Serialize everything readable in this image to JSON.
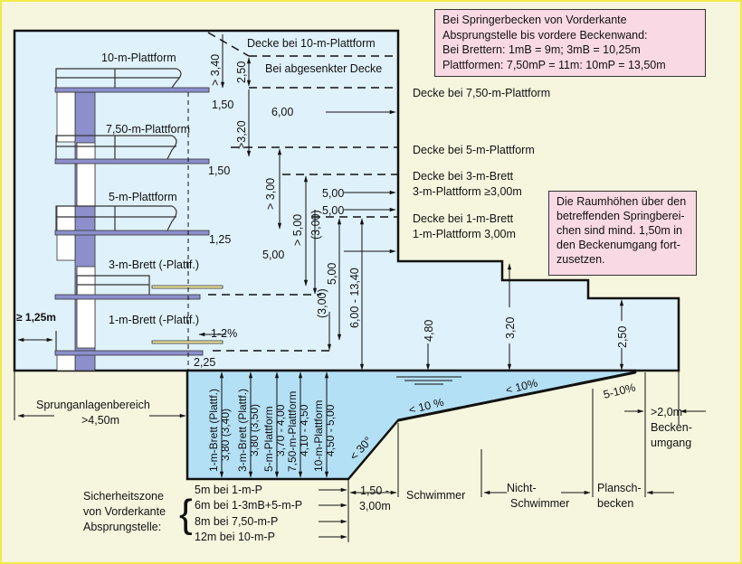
{
  "notes": {
    "springer": {
      "lines": [
        "Bei Springerbecken von Vorderkante",
        "Absprungstelle bis vordere Beckenwand:",
        "Bei Brettern: 1mB = 9m; 3mB = 10,25m",
        "Plattformen: 7,50mP = 11m:  10mP = 13,50m"
      ]
    },
    "raumhoehen": {
      "lines": [
        "Die Raumhöhen über den",
        "betreffenden Springberei-",
        "chen sind mind. 1,50m in",
        "den Beckenumgang fort-",
        "zusetzen."
      ]
    }
  },
  "platforms": {
    "p10": "10-m-Plattform",
    "p750": "7,50-m-Plattform",
    "p5": "5-m-Plattform",
    "b3": "3-m-Brett (-Plattf.)",
    "b1": "1-m-Brett (-Plattf.)"
  },
  "ceilings": {
    "c10": "Decke bei 10-m-Plattform",
    "lowered": "Bei abgesenkter Decke",
    "c750": "Decke bei 7,50-m-Plattform",
    "c5": "Decke bei 5-m-Plattform",
    "c3_line1": "Decke bei 3-m-Brett",
    "c3_line2": "3-m-Plattform  ≥3,00m",
    "c1_line1": "Decke bei 1-m-Brett",
    "c1_line2": "1-m-Plattform   3,00m"
  },
  "dimensions": {
    "h340": "> 3,40",
    "h250": "2,50",
    "o150a": "1,50",
    "d600": "6,00",
    "h320": ">3,20",
    "o150b": "1,50",
    "h300": "> 3,00",
    "d500a": "5,00",
    "d500b": "5,00",
    "o125": "1,25",
    "d500c": "5,00",
    "h500": "> 5,00",
    "h300p": "(3,00)",
    "h500b": "5,00",
    "h300p2": "(3,00)",
    "h600_1340": "6,00 - 13,40",
    "slope12": "1-2%",
    "o225": "2,25",
    "wall125": "≥ 1,25m",
    "h480": "4,80",
    "h320b": "3,20",
    "h250b": "2,50"
  },
  "depths": [
    {
      "label": "1-m-Brett (Plattf.)",
      "value": "3,80  (3,40)"
    },
    {
      "label": "3-m-Brett (Plattf.)",
      "value": "3,80 (3,50)"
    },
    {
      "label": "5-m-Plattform",
      "value": "3,70 - 4,00"
    },
    {
      "label": "7,50-m-Plattform",
      "value": "4,10 - 4,50"
    },
    {
      "label": "10-m-Plattform",
      "value": "4,50 - 5,00"
    }
  ],
  "slopes": {
    "s10a": "< 10 %",
    "s10b": "< 10%",
    "s510": "5-10%",
    "angle": "< 30°"
  },
  "areas": {
    "sprunganlagen": "Sprunganlagenbereich",
    "sprunganlagen_val": ">4,50m",
    "transition_val1": "1,50 -",
    "transition_val2": "3,00m",
    "schwimmer": "Schwimmer",
    "nicht1": "Nicht-",
    "nicht2": "Schwimmer",
    "plansch1": "Plansch-",
    "plansch2": "becken",
    "umgang_val": ">2,0m",
    "umgang1": "Becken-",
    "umgang2": "umgang"
  },
  "safety": {
    "title_lines": [
      "Sicherheitszone",
      "von Vorderkante",
      "Absprungstelle:"
    ],
    "items": [
      "5m bei 1-m-P",
      "6m bei 1-3mB+5-m-P",
      "8m bei 7,50-m-P",
      "12m bei 10-m-P"
    ]
  },
  "colors": {
    "air": "#dff1fa",
    "water": "#b3e0f5",
    "ground": "#f6f6df",
    "structure": "#8c8fcc",
    "note_bg": "#f9d9e3",
    "border": "#f2ea4a"
  }
}
